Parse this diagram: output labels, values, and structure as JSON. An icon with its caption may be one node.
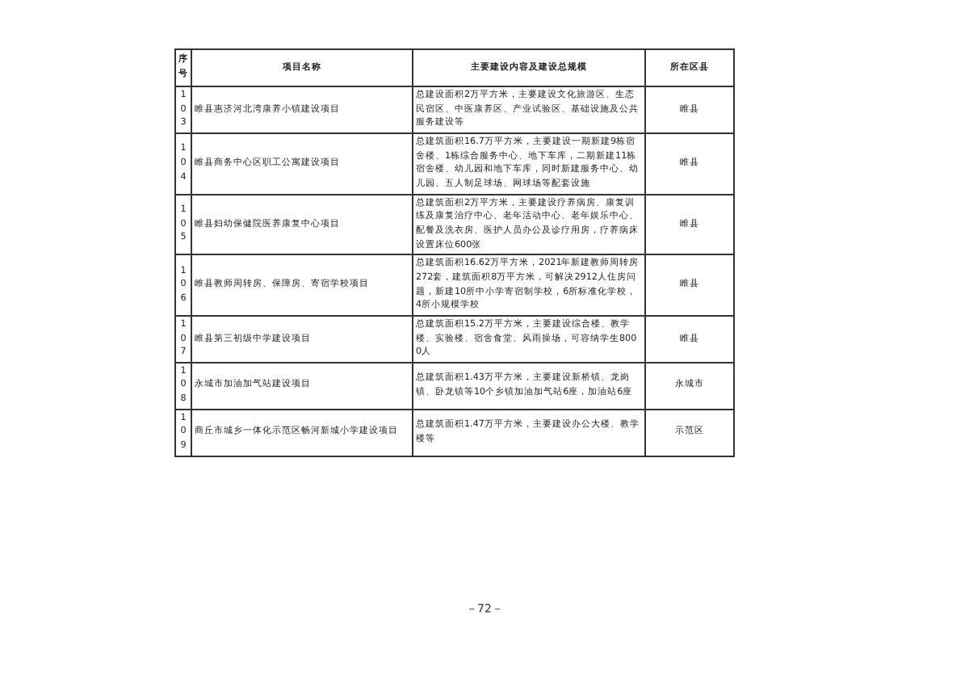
{
  "diagram": {
    "labels": [
      "序号",
      "项目名称",
      "主要建设内容及建设总规模",
      "所在区县",
      "103",
      "睢县惠济河北湾康养小镇建设项目",
      "总建设面积2万平方米，主要建设文化旅游区、生态民宿区、中医康养区、产业试验区、基础设施及公共服务建设等",
      "睢县",
      "104",
      "睢县商务中心区职工公寓建设项目",
      "总建筑面积16.7万平方米，主要建设一期新建9栋宿舍楼、1栋综合服务中心、地下车库，二期新建11栋宿舍楼、幼儿园和地下车库，同时新建服务中心、幼儿园、五人制足球场、网球场等配套设施",
      "睢县",
      "105",
      "睢县妇幼保健院医养康复中心项目",
      "总建筑面积2万平方米，主要建设疗养病房、康复训练及康复治疗中心、老年活动中心、老年娱乐中心、配餐及洗衣房、医护人员办公及诊疗用房，疗养病床设置床位600张",
      "睢县",
      "106",
      "睢县教师周转房、保障房、寄宿学校项目",
      "总建筑面积16.62万平方米，2021年新建教师周转房272套，建筑面积8万平方米，可解决2912人住房问题，新建10所中小学寄宿制学校，6所标准化学校，4所小规模学校",
      "睢县",
      "107",
      "睢县第三初级中学建设项目",
      "总建筑面积15.2万平方米，主要建设综合楼、教学楼、实验楼、宿舍食堂、风雨操场，可容纳学生8000人",
      "睢县",
      "108",
      "永城市加油加气站建设项目",
      "总建筑面积1.43万平方米，主要建设新桥镇、龙岗镇、卧龙镇等10个乡镇加油加气站6座，加油站6座",
      "永城市",
      "109",
      "商丘市城乡一体化示范区畅河新城小学建设项目",
      "总建筑面积1.47万平方米，主要建设办公大楼、教学楼等",
      "示范区",
      "－72－"
    ]
  }
}
